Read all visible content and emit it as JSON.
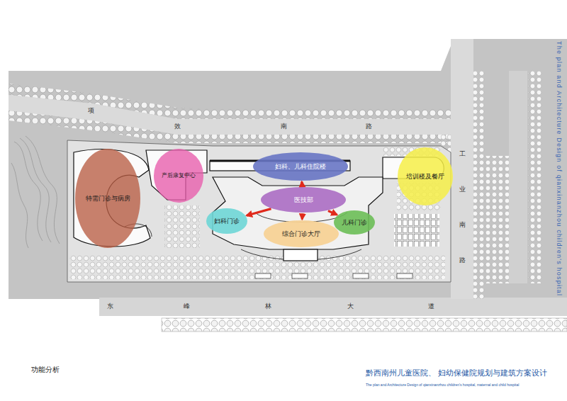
{
  "diagram": {
    "title": "黔西南州儿童医院、 妇幼保健院规划与建筑方案设计",
    "caption": "The plan and Architecture Design of qianxinanzhou children's hospital, maternal and child hospital",
    "nodes": [
      {
        "text": [
          "特需门诊与病房"
        ]
      },
      {
        "text": [
          "产后康复中心"
        ]
      },
      {
        "text": [
          "妇科、儿科住院楼"
        ]
      },
      {
        "text": [
          "培训楼及餐厅"
        ]
      },
      {
        "text": [
          "医技部"
        ]
      },
      {
        "text": [
          "妇科门诊"
        ]
      },
      {
        "text": [
          "儿科门诊"
        ]
      },
      {
        "text": [
          "综合门诊大厅"
        ]
      }
    ],
    "edges": [
      {
        "from": 4,
        "to": 2,
        "arrow": "to"
      },
      {
        "from": 4,
        "to": 5,
        "arrow": "to"
      },
      {
        "from": 4,
        "to": 7,
        "arrow": "to"
      },
      {
        "from": 4,
        "to": 6,
        "arrow": "to"
      }
    ],
    "labels": [
      "项",
      "效",
      "南",
      "路",
      "工",
      "业",
      "南",
      "路",
      "东",
      "峰",
      "林",
      "大",
      "道",
      "功能分析",
      "The plan and Architecture Design of qianxinanzhou children's hospital"
    ]
  }
}
